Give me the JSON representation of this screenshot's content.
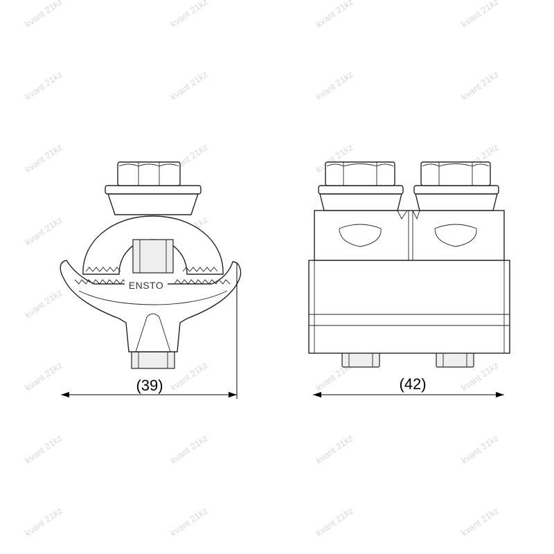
{
  "watermark": "kvant 21kz",
  "side_view": {
    "brand_label": "ENSTO",
    "dimension_label": "(39)"
  },
  "front_view": {
    "dimension_label": "(42)"
  }
}
